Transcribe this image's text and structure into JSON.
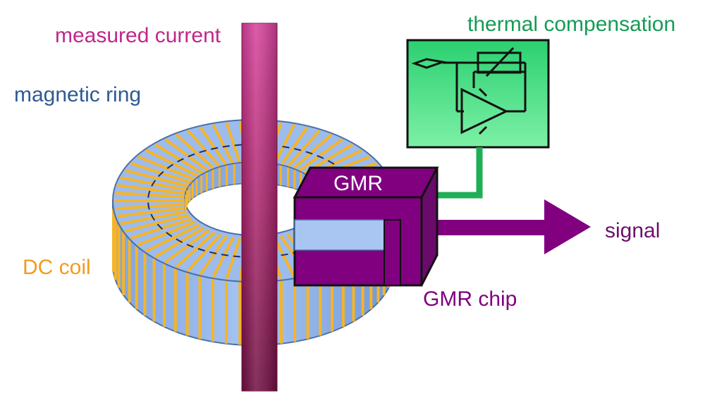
{
  "labels": {
    "measured_current": "measured current",
    "thermal_compensation": "thermal compensation",
    "magnetic_ring": "magnetic ring",
    "gmr": "GMR",
    "signal": "signal",
    "dc_coil": "DC coil",
    "gmr_chip": "GMR chip"
  },
  "colors": {
    "current_conductor": "#b0286e",
    "current_label": "#c0278a",
    "thermal": "#159b55",
    "thermal_box": "#3fe07e",
    "ring_text": "#2e5a93",
    "ring_body": "#8fb4ea",
    "coil": "#f5b428",
    "coil_label": "#f29b1f",
    "gmr": "#7b0a7b",
    "signal_text": "#6e116e"
  },
  "icons": {
    "thermal_circuit": "amplifier-circuit-icon",
    "signal_arrow": "arrow-right-icon"
  }
}
